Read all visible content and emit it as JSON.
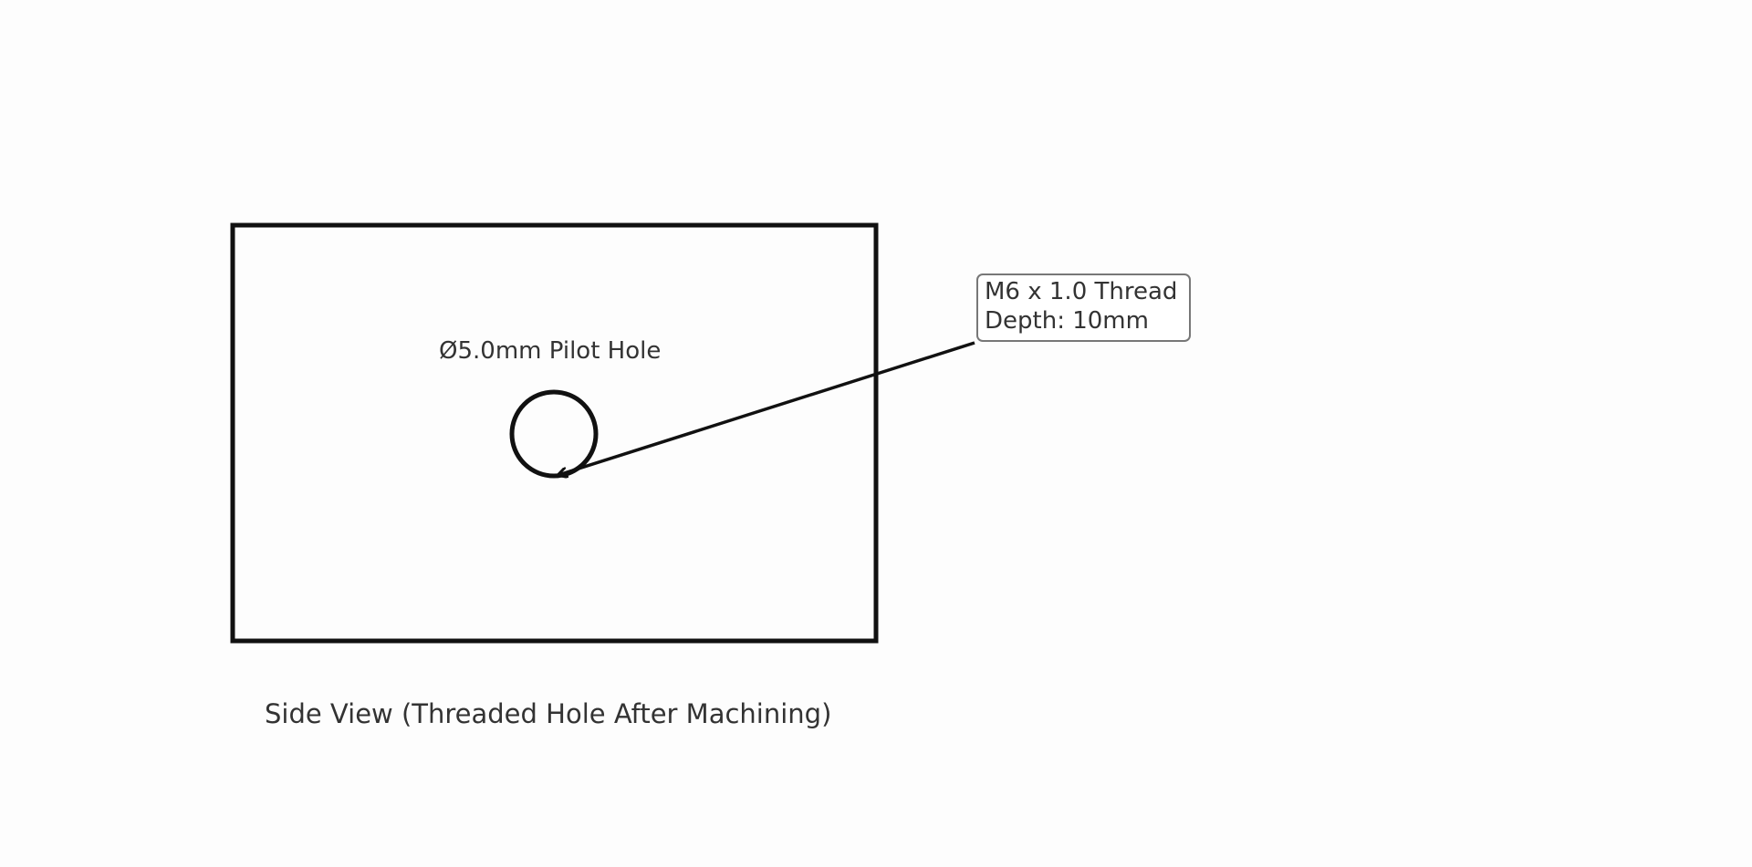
{
  "diagram": {
    "pilot_hole_label": "Ø5.0mm Pilot Hole",
    "callout": {
      "line1": "M6 x 1.0 Thread",
      "line2": "Depth: 10mm"
    },
    "caption": "Side View (Threaded Hole After Machining)"
  },
  "colors": {
    "stroke": "#111111",
    "text": "#333333",
    "callout_border": "#777777",
    "background": "#fdfdfd"
  }
}
